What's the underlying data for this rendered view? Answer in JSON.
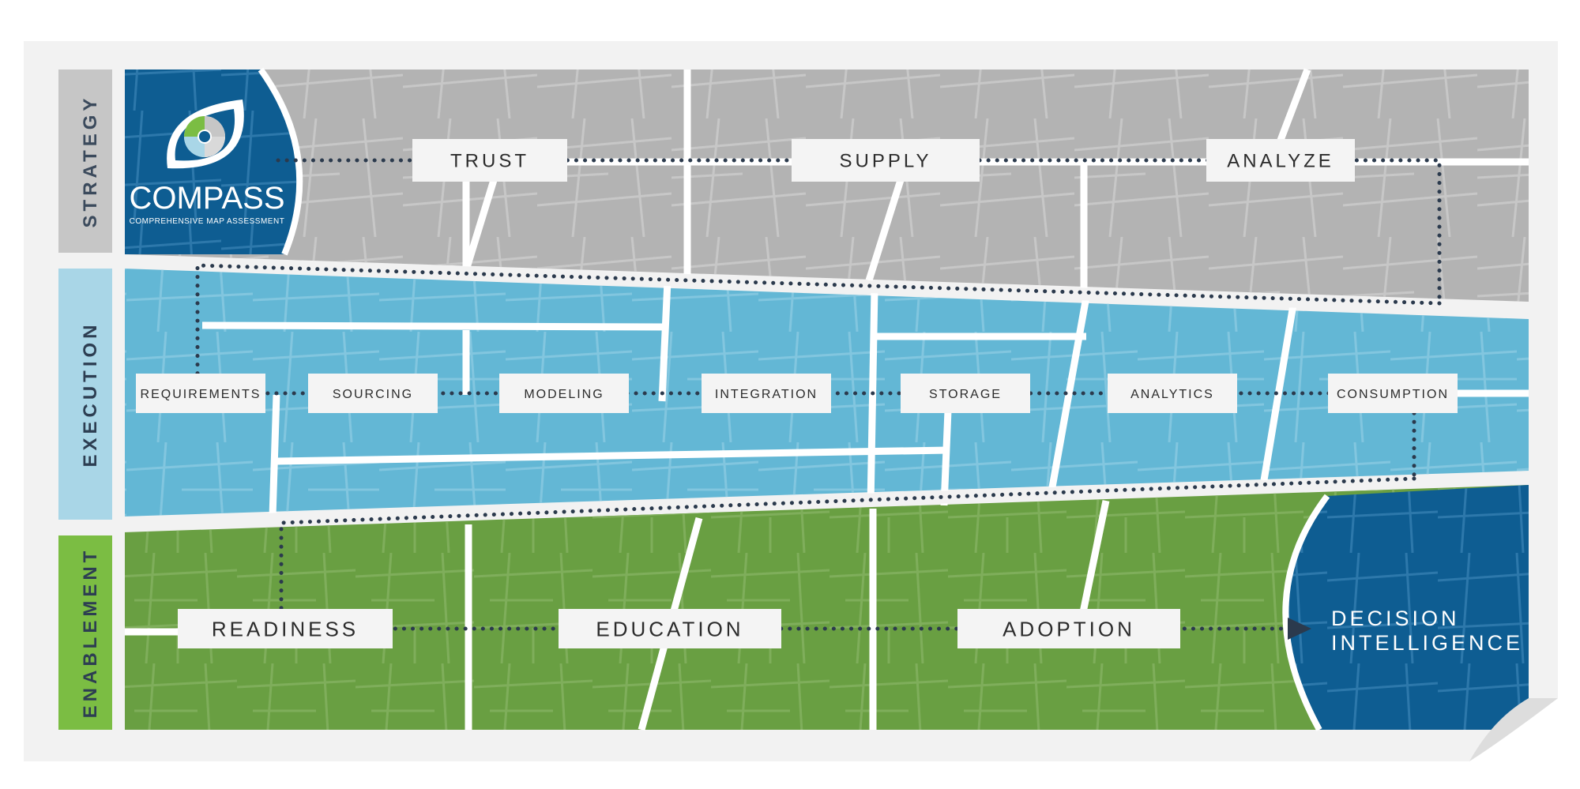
{
  "logo": {
    "name": "COMPASS",
    "tagline": "COMPREHENSIVE MAP ASSESSMENT"
  },
  "rows": [
    {
      "label": "STRATEGY",
      "color": "#b3b3b3",
      "tab_color": "#c6c6c6",
      "text_color": "#3b4a5c"
    },
    {
      "label": "EXECUTION",
      "color": "#63b7d5",
      "tab_color": "#a9d6e7",
      "text_color": "#2d3e52"
    },
    {
      "label": "ENABLEMENT",
      "color": "#699f42",
      "tab_color": "#7bbd43",
      "text_color": "#2d3e52"
    }
  ],
  "strategy_steps": [
    "TRUST",
    "SUPPLY",
    "ANALYZE"
  ],
  "execution_steps": [
    "REQUIREMENTS",
    "SOURCING",
    "MODELING",
    "INTEGRATION",
    "STORAGE",
    "ANALYTICS",
    "CONSUMPTION"
  ],
  "enablement_steps": [
    "READINESS",
    "EDUCATION",
    "ADOPTION"
  ],
  "destination": {
    "line1": "DECISION",
    "line2": "INTELLIGENCE",
    "color": "#0e5d92"
  },
  "colors": {
    "background": "#f2f2f2",
    "logo_blue": "#0e5d92",
    "path_dots": "#2b3a4d",
    "label_box": "#f4f4f4",
    "street": "#ffffff"
  }
}
